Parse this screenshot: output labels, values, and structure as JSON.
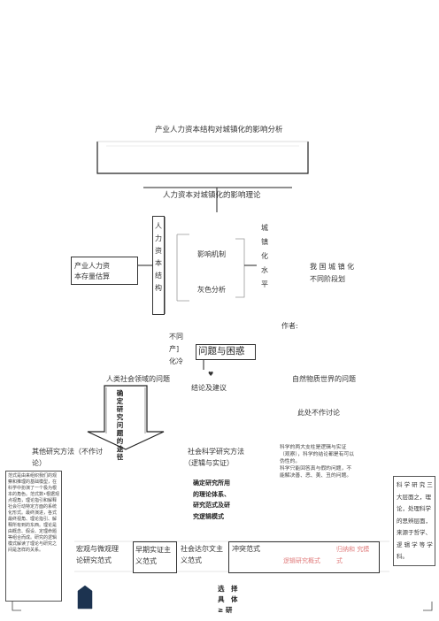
{
  "title": "产业人力资本结构对城镇化的影响分析",
  "theory": "人力资本对城镇化的影响理论",
  "left_box": [
    "产业人力资",
    "本存量估算"
  ],
  "vertical_left": "人力资本结构",
  "mechanism": "影响机制",
  "grey_analysis": "灰色分析",
  "vertical_right": "城镇化水平",
  "stages": [
    "我 国 城 镇 化",
    "不同阶段划"
  ],
  "author": "作者:",
  "not_same": [
    "不同",
    "产]",
    "化冷"
  ],
  "problem_box": "问题与困惑",
  "arrow_symbol": "♥",
  "conclusion": "结论及建议",
  "humanities": "人类社会领域的问题",
  "nature": "自然物质世界的问题",
  "not_discussed": "此处不作讨论",
  "shield_text": "确定研究问题的途径",
  "other_methods": [
    "其他研究方法（不作讨",
    "论）"
  ],
  "social_methods": [
    "社会科学研究方法",
    "（逻辑与实证）"
  ],
  "science_text": [
    "科学的两大支柱是逻辑与实证",
    "（观察），科学的结论都是有可以",
    "伪性的。",
    "科学只能回答真与假的问题，不",
    "能解决善、恶、美、丑的问题。"
  ],
  "paradigm_notes": "范式是由来组织我们的观察和推理的基础模型，在科学中扮演了一个极为根本的角色。范式数•根据观点视角，理论指引和解释社会行动特定方面的系统化形式。最终演进，各式最终视角、理论指引、解释所有到的东西。理论是由概念、假设、定理命题等组合而成。研究的逻辑模式解读了理论与研究之间是怎样的关系。",
  "confirm_text": [
    "确定研究所用",
    "的理论体系、",
    "研究范式及研",
    "究逻辑模式"
  ],
  "science_box": [
    "科 学 研 究 三",
    "大层面之，理",
    "论，处理科学",
    "的思辨层面，",
    "来源于哲学、",
    "逻 辑 学 等 学",
    "科。"
  ],
  "bottom_cells": [
    [
      "宏观与微观理",
      "论研究范式"
    ],
    [
      "早期实证主",
      "义范式"
    ],
    [
      "社会达尔文主",
      "义范式"
    ],
    [
      "冲突范式"
    ],
    [
      "逻辑研究概式"
    ],
    [
      "归纳和 究模",
      "式"
    ]
  ],
  "choose_text": [
    "选　择",
    "具　体",
    "≥ 研"
  ]
}
